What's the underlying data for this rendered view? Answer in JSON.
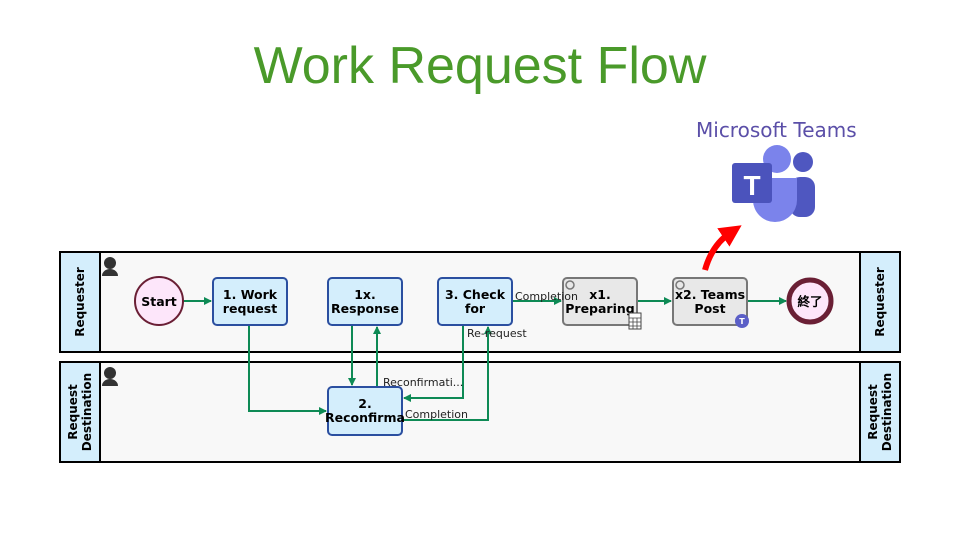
{
  "title": "Work Request Flow",
  "teams": {
    "label": "Microsoft Teams",
    "icon": "microsoft-teams-icon",
    "brand_color": "#5b5fc7"
  },
  "lanes": [
    {
      "label": "Requester",
      "right_label": "Requester"
    },
    {
      "label_line1": "Request",
      "label_line2": "Destination",
      "right_line1": "Request",
      "right_line2": "Destination"
    }
  ],
  "nodes": {
    "start": "Start",
    "work_request": [
      "1. Work",
      "request"
    ],
    "response": [
      "1x.",
      "Response"
    ],
    "check_for": [
      "3. Check",
      "for"
    ],
    "preparing": [
      "x1.",
      "Preparing"
    ],
    "teams_post": [
      "x2. Teams",
      "Post"
    ],
    "end": "終了",
    "reconfirma": [
      "2.",
      "Reconfirma"
    ]
  },
  "edge_labels": {
    "completion_top": "Completion",
    "re_request": "Re-request",
    "reconfirmation": "Reconfirmati...",
    "completion_bottom": "Completion"
  },
  "colors": {
    "accent": "#4a9a2a",
    "flow": "#0e8a55",
    "task_fill": "#d4eefc",
    "task_stroke": "#2b4fa0",
    "lane_header": "#d4eefc",
    "highlight_arrow": "#ff0000"
  }
}
